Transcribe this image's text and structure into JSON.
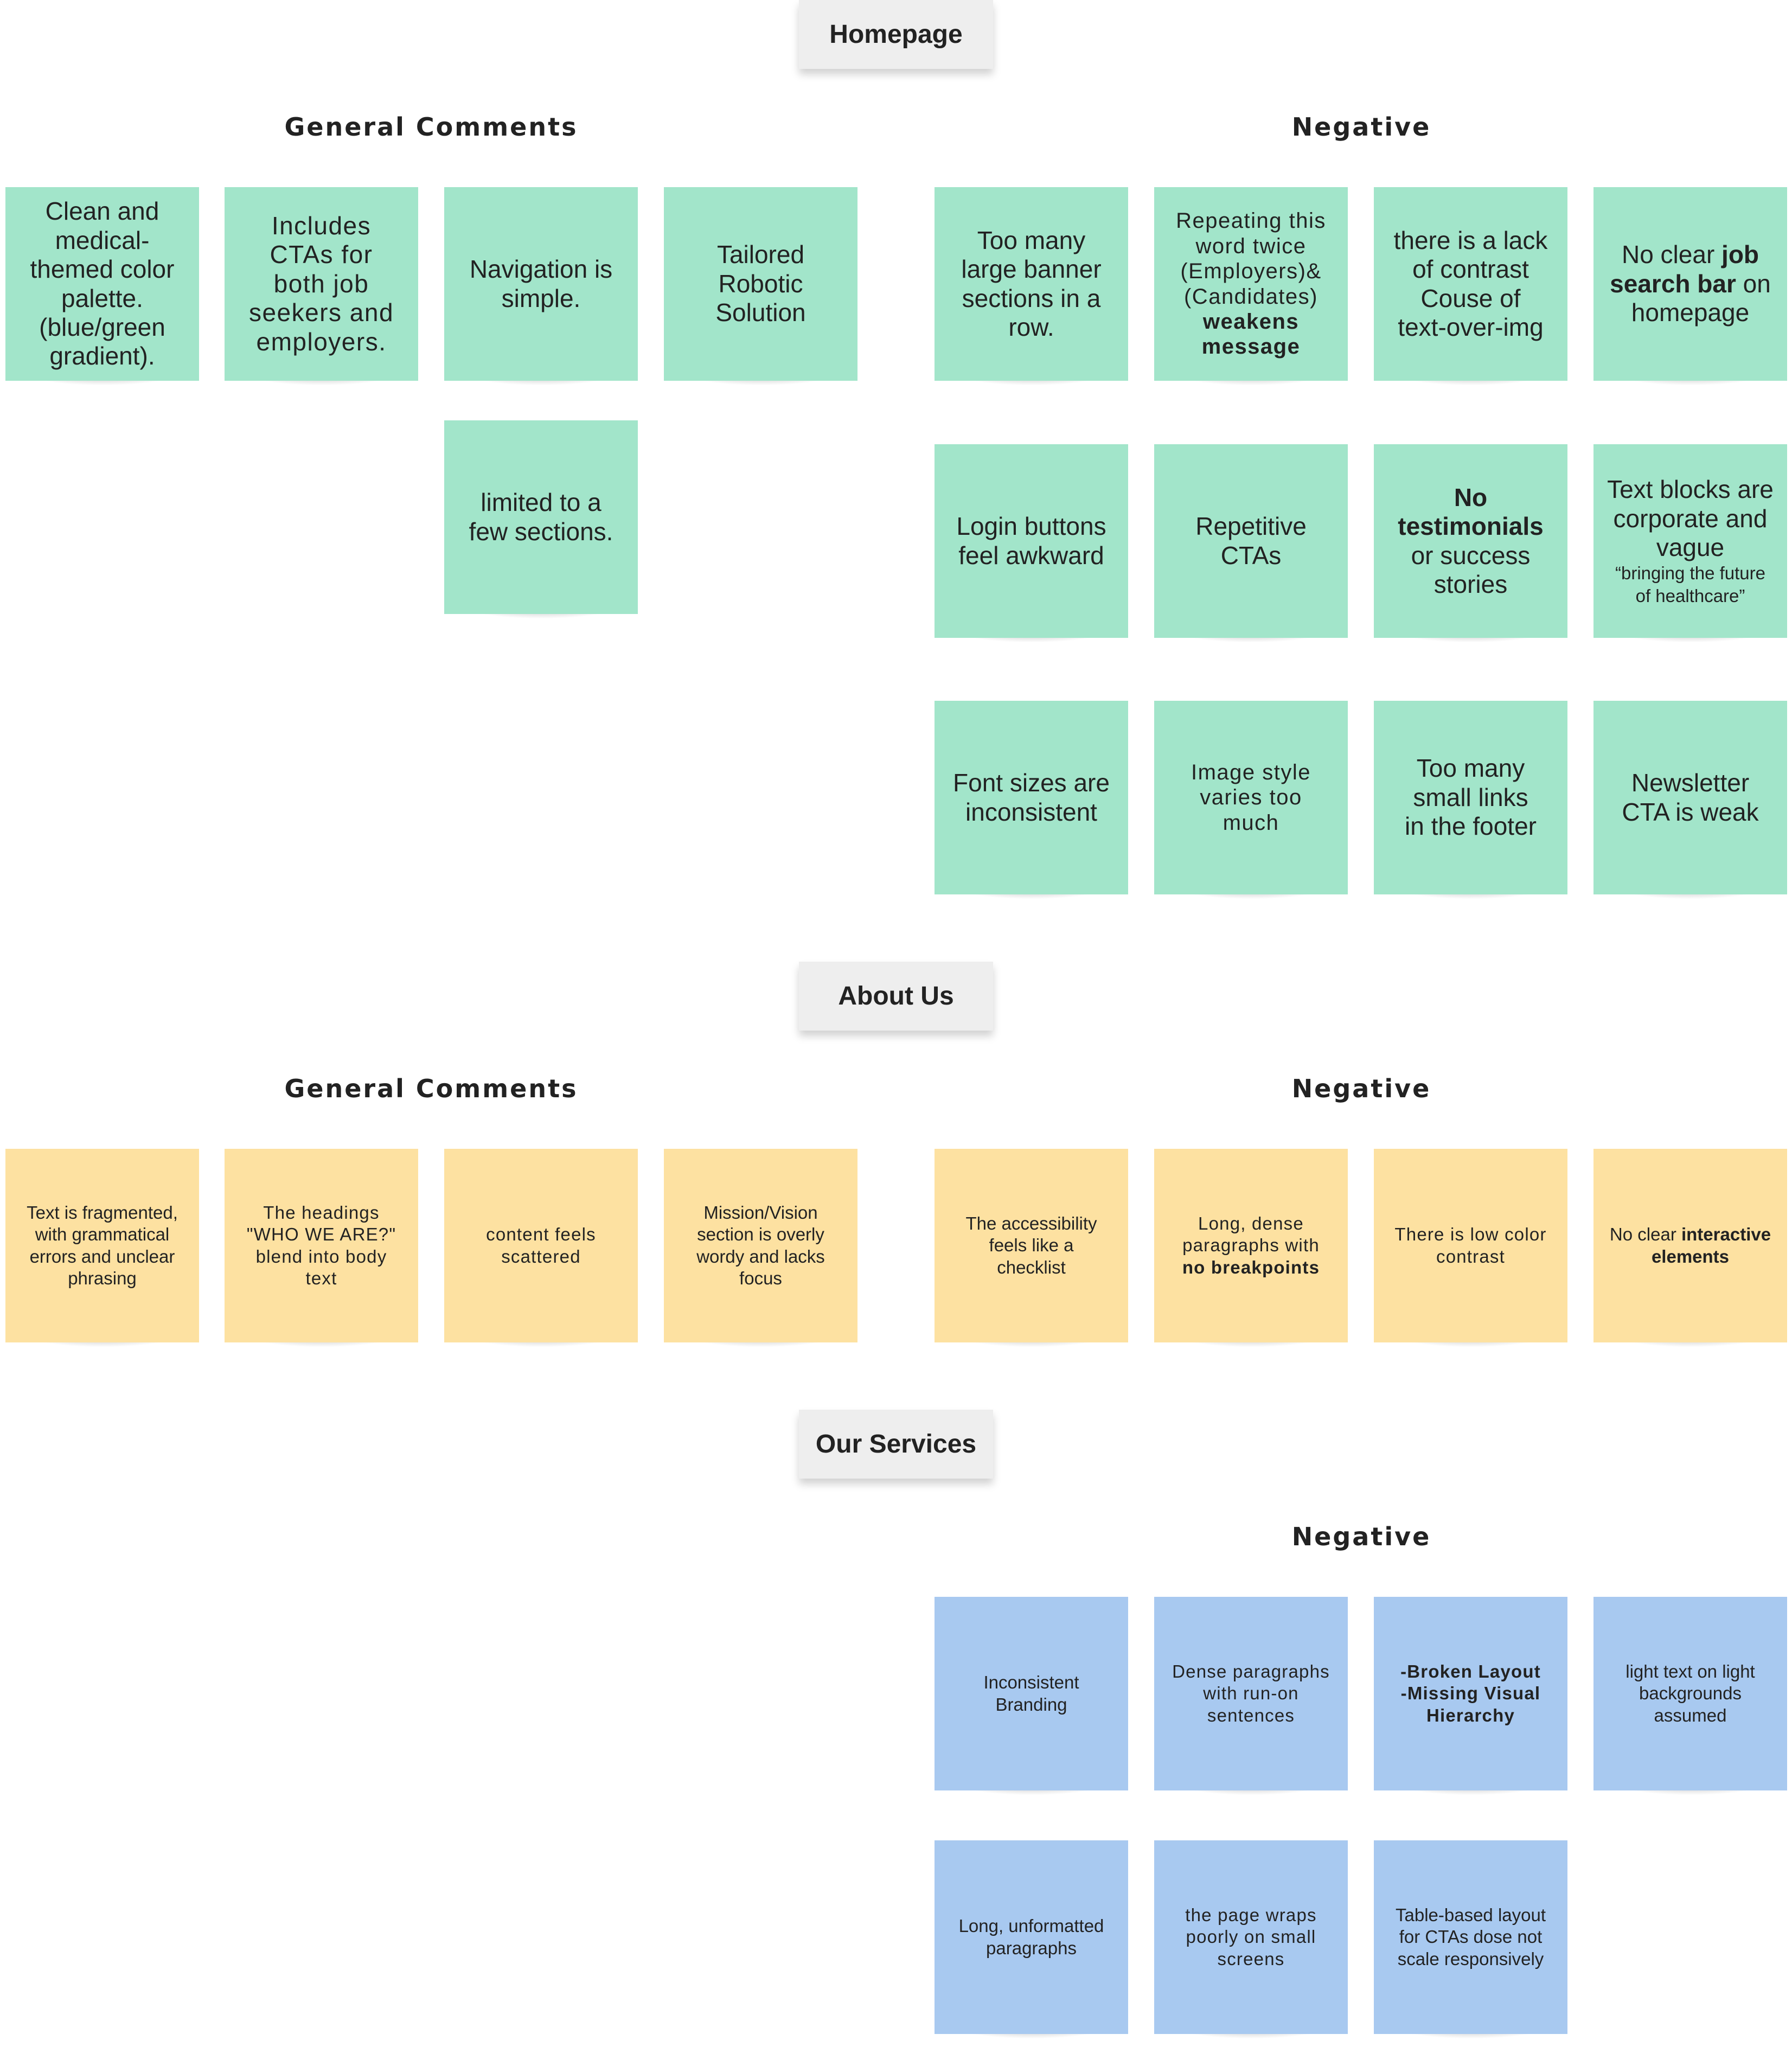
{
  "sections": {
    "homepage": {
      "label": "Homepage",
      "general_heading": "General Comments",
      "negative_heading": "Negative",
      "general_notes": [
        "Clean and\nmedical-\nthemed color\npalette.\n(blue/green\ngradient).",
        "Includes\nCTAs for\nboth job\nseekers and\nemployers.",
        "Navigation is\nsimple.",
        "Tailored\nRobotic\nSolution",
        "limited to a\nfew sections."
      ],
      "negative_notes": {
        "n1": "Too many\nlarge banner\nsections in a\nrow.",
        "n2_plain": "Repeating this\nword twice\n(Employers)&\n(Candidates)",
        "n2_bold": "weakens\nmessage",
        "n3": "there is a lack\nof contrast\nCouse of\ntext-over-img",
        "n4_pre": "No clear ",
        "n4_bold1": "job",
        "n4_bold2": "search bar",
        "n4_mid": " on",
        "n4_post": "homepage",
        "n5": "Login buttons\nfeel awkward",
        "n6": "Repetitive\nCTAs",
        "n7_bold": "No\ntestimonials",
        "n7_plain": "or success\nstories",
        "n8_main": "Text blocks are\ncorporate and\nvague",
        "n8_quote": "“bringing the future\nof healthcare”",
        "n9": "Font sizes are\ninconsistent",
        "n10": "Image style\nvaries too\nmuch",
        "n11": "Too many\nsmall links\nin the footer",
        "n12": "Newsletter\nCTA is weak"
      }
    },
    "about_us": {
      "label": "About Us",
      "general_heading": "General Comments",
      "negative_heading": "Negative",
      "general_notes": [
        "Text is fragmented,\nwith grammatical\nerrors and unclear\nphrasing",
        "The headings\n\"WHO WE ARE?\"\nblend into body\ntext",
        "content feels\nscattered",
        "Mission/Vision\nsection is overly\nwordy and lacks\nfocus"
      ],
      "negative_notes": {
        "n1": "The accessibility\nfeels like a\nchecklist",
        "n2_plain": "Long, dense\nparagraphs with",
        "n2_bold": "no breakpoints",
        "n3": "There is low color\ncontrast",
        "n4_pre": "No clear ",
        "n4_bold": "interactive",
        "n4_bold2": "elements"
      }
    },
    "our_services": {
      "label": "Our Services",
      "negative_heading": "Negative",
      "negative_notes": [
        "Inconsistent\nBranding",
        "Dense paragraphs\nwith run-on\nsentences",
        "-Broken Layout\n-Missing Visual\nHierarchy",
        "light text on light\nbackgrounds\nassumed",
        "Long, unformatted\nparagraphs",
        "the page wraps\npoorly on small\nscreens",
        "Table-based layout\nfor CTAs dose not\nscale responsively"
      ]
    }
  },
  "colors": {
    "green_note": "#a2e5ca",
    "yellow_note": "#fde1a1",
    "blue_note": "#a8c9f0",
    "label_bg": "#eeeeee"
  }
}
